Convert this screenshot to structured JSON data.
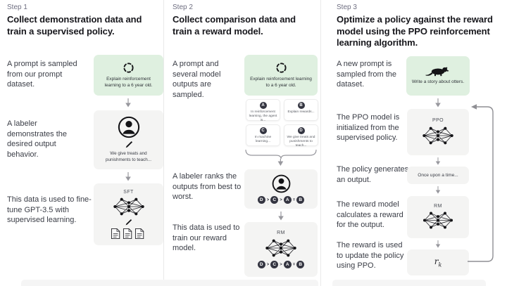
{
  "colors": {
    "green_box_bg": "#dff0e0",
    "gray_box_bg": "#f4f4f3",
    "panel_bg": "#ffffff",
    "title_text": "#17171c",
    "muted_text": "#6e6e80",
    "arrow_gray": "#98989e",
    "badge_dark": "#343541"
  },
  "step1": {
    "step_label": "Step 1",
    "title": "Collect demonstration data and train a supervised policy.",
    "label_prompt": "A prompt is sampled from our prompt dataset.",
    "label_labeler": "A labeler demonstrates the desired output behavior.",
    "label_finetune": "This data is used to fine-tune GPT-3.5 with supervised learning.",
    "prompt_box_text": "Explain reinforcement learning to a 6 year old.",
    "demo_box_text": "We give treats and punishments to teach...",
    "sft_label": "SFT"
  },
  "step2": {
    "step_label": "Step 2",
    "title": "Collect comparison data and train a reward model.",
    "label_sampled": "A prompt and several model outputs are sampled.",
    "label_ranks": "A labeler ranks the outputs from best to worst.",
    "label_train": "This data is used to train our reward model.",
    "prompt_box_text": "Explain reinforcement learning to a 6 year old.",
    "outputs": [
      {
        "letter": "A",
        "text": "In reinforcement learning, the agent is..."
      },
      {
        "letter": "B",
        "text": "Explain rewards..."
      },
      {
        "letter": "C",
        "text": "In machine learning..."
      },
      {
        "letter": "D",
        "text": "We give treats and punishments to teach..."
      }
    ],
    "ranking": {
      "seq": [
        "D",
        ">",
        "C",
        ">",
        "A",
        "=",
        "B"
      ]
    },
    "rm_label": "RM"
  },
  "step3": {
    "step_label": "Step 3",
    "title": "Optimize a policy against the reward model using the PPO reinforcement learning algorithm.",
    "label_new_prompt": "A new prompt is sampled from the dataset.",
    "label_ppo_init": "The PPO model is initialized from the supervised policy.",
    "label_generates": "The policy generates an output.",
    "label_reward_calc": "The reward model calculates a reward for the output.",
    "label_reward_update": "The reward is used to update the policy using PPO.",
    "prompt_box_text": "Write a story about otters.",
    "ppo_label": "PPO",
    "output_box_text": "Once upon a time...",
    "rm_label": "RM",
    "reward_r": "r",
    "reward_sub": "k"
  }
}
